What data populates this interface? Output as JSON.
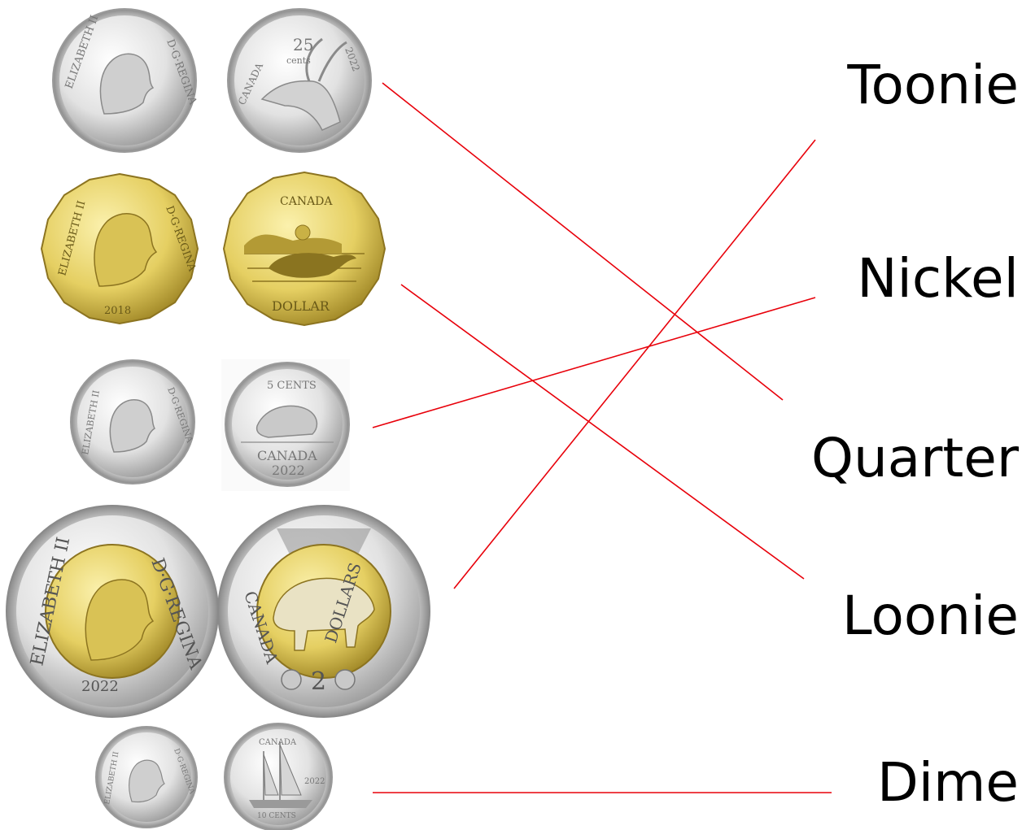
{
  "labels": {
    "toonie": "Toonie",
    "nickel": "Nickel",
    "quarter": "Quarter",
    "loonie": "Loonie",
    "dime": "Dime"
  },
  "coins": {
    "quarter": {
      "obverse": {
        "left_legend": "ELIZABETH II",
        "right_legend": "D·G·REGINA"
      },
      "reverse": {
        "denomination": "25",
        "unit": "cents",
        "country": "CANADA",
        "year": "2022"
      }
    },
    "loonie": {
      "obverse": {
        "left_legend": "ELIZABETH II",
        "right_legend": "D·G·REGINA",
        "year": "2018"
      },
      "reverse": {
        "country": "CANADA",
        "bottom": "DOLLAR"
      }
    },
    "nickel": {
      "obverse": {
        "left_legend": "ELIZABETH II",
        "right_legend": "D·G·REGINA"
      },
      "reverse": {
        "denomination": "5 CENTS",
        "country": "CANADA",
        "year": "2022"
      }
    },
    "toonie": {
      "obverse": {
        "left_legend": "ELIZABETH II",
        "right_legend": "D·G·REGINA",
        "year": "2022"
      },
      "reverse": {
        "left_legend": "CANADA",
        "right_legend": "DOLLARS",
        "denomination": "2"
      }
    },
    "dime": {
      "obverse": {
        "left_legend": "ELIZABETH II",
        "right_legend": "D·G·REGINA"
      },
      "reverse": {
        "country": "CANADA",
        "year": "2022",
        "denomination": "10 CENTS"
      }
    }
  },
  "colors": {
    "line": "#e8000a",
    "silver_light": "#f4f4f4",
    "silver_dark": "#8f8f8f",
    "gold_light": "#f2e38a",
    "gold_dark": "#a8902a"
  }
}
